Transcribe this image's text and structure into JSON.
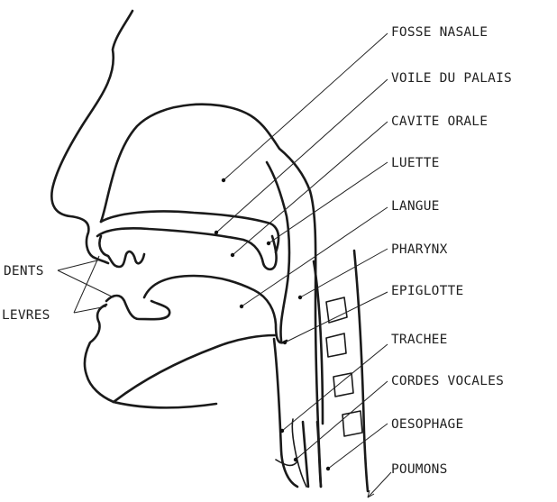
{
  "labels": {
    "fosse_nasale": "FOSSE NASALE",
    "voile_du_palais": "VOILE DU PALAIS",
    "cavite_orale": "CAVITE ORALE",
    "luette": "LUETTE",
    "langue": "LANGUE",
    "pharynx": "PHARYNX",
    "epiglotte": "EPIGLOTTE",
    "trachee": "TRACHEE",
    "cordes_vocales": "CORDES VOCALES",
    "oesophage": "OESOPHAGE",
    "poumons": "POUMONS",
    "dents": "DENTS",
    "levres": "LEVRES"
  },
  "colors": {
    "ink": "#1a1a1a",
    "paper": "#ffffff"
  }
}
